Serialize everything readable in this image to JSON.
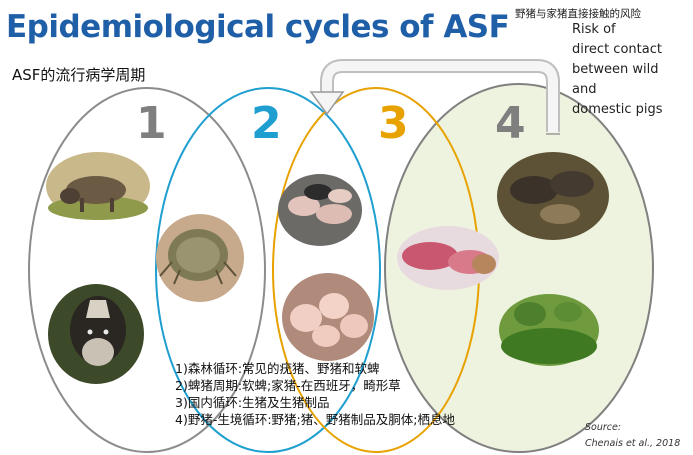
{
  "title": "Epidemiological cycles of ASF",
  "subtitle": "ASF的流行病学周期",
  "risk": {
    "label_cn": "野猪与家猪直接接触的风险",
    "label_en": [
      "Risk of",
      "direct contact",
      "between wild",
      "and",
      "domestic pigs"
    ]
  },
  "cycles": [
    {
      "number": "1",
      "color": "#7f7f7f"
    },
    {
      "number": "2",
      "color": "#1e9fd0"
    },
    {
      "number": "3",
      "color": "#e8a200"
    },
    {
      "number": "4",
      "color": "#7f7f7f",
      "fill": "#eef3df"
    }
  ],
  "legend": [
    "1)森林循环:常见的疣猪、野猪和软蜱",
    "2)蜱猪周期:软蜱;家猪-在西班牙，畸形草",
    "3)国内循环:生猪及生猪制品",
    "4)野猪-生境循环:野猪;猪、野猪制品及胴体;栖息地"
  ],
  "source": {
    "label": "Source:",
    "citation": "Chenais et al., 2018"
  },
  "icons": [
    "warthog-photo",
    "giant-forest-hog-photo",
    "soft-tick-photo",
    "piglets-photo",
    "domestic-pigs-photo",
    "pork-meat-photo",
    "wild-boars-photo",
    "habitat-photo",
    "curved-arrow"
  ]
}
